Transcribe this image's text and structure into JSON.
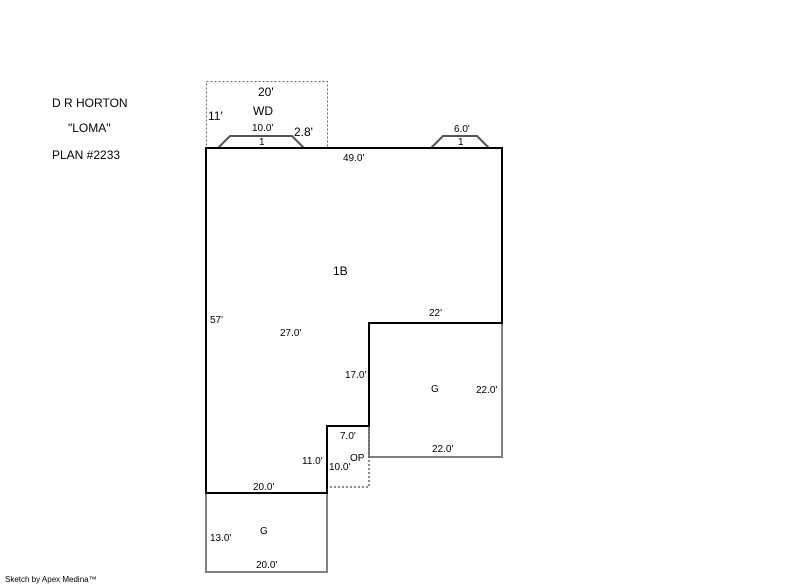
{
  "title_block": {
    "line1": "D R HORTON",
    "line2": "\"LOMA\"",
    "line3": "PLAN #2233"
  },
  "wd": {
    "label": "WD",
    "width": "20'",
    "depth": "11'",
    "bay_width": "10.0'",
    "bay_depth": "2.8'",
    "bay_count": "1"
  },
  "bay2": {
    "width": "6.0'",
    "count": "1"
  },
  "main": {
    "label": "1B",
    "top": "49.0'",
    "left": "57'",
    "inner": "27.0'",
    "step_top": "22'",
    "step_side": "17.0'",
    "notch_top": "7.0'",
    "notch_side": "11.0'",
    "bottom": "20.0'"
  },
  "op": {
    "label": "OP",
    "depth": "10.0'"
  },
  "garage_right": {
    "label": "G",
    "side": "22.0'",
    "bottom": "22.0'"
  },
  "garage_bottom": {
    "label": "G",
    "side": "13.0'",
    "bottom": "20.0'"
  },
  "footer": "Sketch by Apex Medina™",
  "colors": {
    "wall": "#000000",
    "secondary": "#808080"
  }
}
